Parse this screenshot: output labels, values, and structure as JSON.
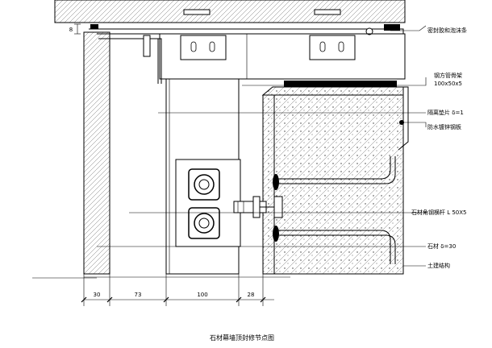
{
  "labels": {
    "sealant": "密封胶和泡沫条",
    "steel_frame": "钢方管骨架",
    "steel_frame_size": "100x50x5",
    "isolation_gasket": "隔离垫片 δ=1",
    "waterproof_plate": "防水镀锌钢板",
    "angle_bracket": "石材角钢横杆 L 50X5",
    "stone": "石材 δ=30",
    "structure": "土建结构"
  },
  "dimensions": {
    "left_small": "8",
    "d1": "30",
    "d2": "73",
    "d3": "100",
    "d4": "28"
  },
  "caption": "石材幕墙顶封修节点图"
}
